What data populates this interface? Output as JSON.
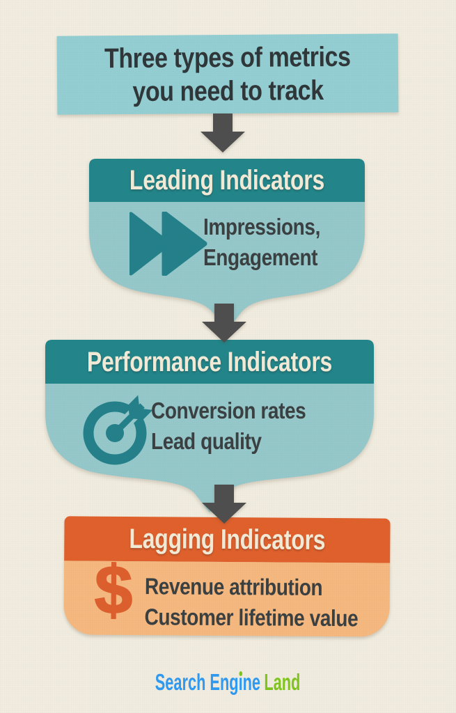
{
  "title": {
    "line1": "Three types of metrics",
    "line2": "you need to track"
  },
  "sections": [
    {
      "name": "Leading Indicators",
      "icon": "fast-forward-icon",
      "items": [
        "Impressions,",
        "Engagement"
      ]
    },
    {
      "name": "Performance Indicators",
      "icon": "target-dart-icon",
      "items": [
        "Conversion rates",
        "Lead quality"
      ]
    },
    {
      "name": "Lagging Indicators",
      "icon": "dollar-icon",
      "icon_glyph": "$",
      "items": [
        "Revenue attribution",
        "Customer lifetime value"
      ]
    }
  ],
  "footer": {
    "brand_name": "Search Engine Land",
    "brand_part_blue_1": "Search Eng",
    "brand_i_stem": "ı",
    "brand_part_blue_2": "ne",
    "brand_part_green": "Land"
  },
  "colors": {
    "background": "#f0ecdf",
    "title_box": "#93ced3",
    "title_text": "#2f3639",
    "arrow_gray": "#4e4e4e",
    "teal_header": "#21858a",
    "teal_body": "#95c8cb",
    "teal_icon": "#23808a",
    "item_text": "#3a3f41",
    "header_text_cream": "#f2ebd7",
    "orange_header": "#e0602c",
    "orange_body": "#f5b87f",
    "dollar_orange": "#dd5f2e",
    "brand_blue": "#2e9af2",
    "brand_green": "#80c41e"
  }
}
